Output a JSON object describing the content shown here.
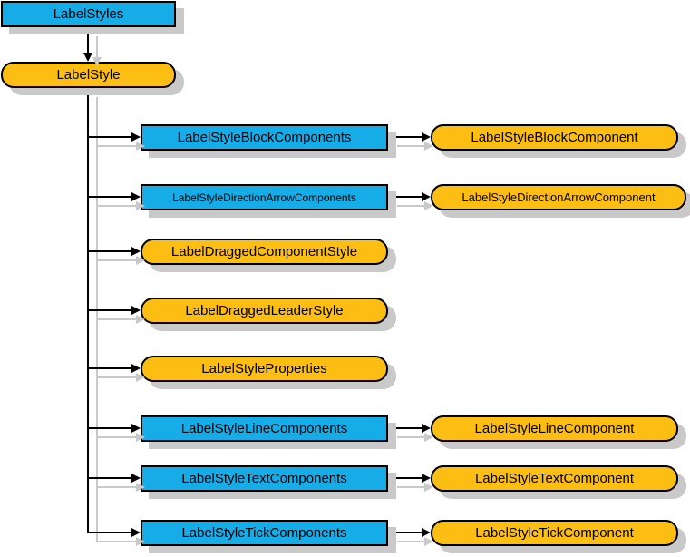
{
  "diagram": {
    "background": "#ffffff",
    "colors": {
      "element_fill": "#15ace8",
      "component_fill": "#fcbe13",
      "node_border": "#000000",
      "connector": "#000000",
      "shadow": "#c9c9c9"
    },
    "root": {
      "label": "LabelStyles",
      "shape": "rect"
    },
    "parent": {
      "label": "LabelStyle",
      "shape": "rounded"
    },
    "rows": [
      {
        "left": {
          "label": "LabelStyleBlockComponents",
          "shape": "rect"
        },
        "right": {
          "label": "LabelStyleBlockComponent",
          "shape": "rounded"
        }
      },
      {
        "left": {
          "label": "LabelStyleDirectionArrowComponents",
          "shape": "rect"
        },
        "right": {
          "label": "LabelStyleDirectionArrowComponent",
          "shape": "rounded"
        }
      },
      {
        "left": {
          "label": "LabelDraggedComponentStyle",
          "shape": "rounded"
        }
      },
      {
        "left": {
          "label": "LabelDraggedLeaderStyle",
          "shape": "rounded"
        }
      },
      {
        "left": {
          "label": "LabelStyleProperties",
          "shape": "rounded"
        }
      },
      {
        "left": {
          "label": "LabelStyleLineComponents",
          "shape": "rect"
        },
        "right": {
          "label": "LabelStyleLineComponent",
          "shape": "rounded"
        }
      },
      {
        "left": {
          "label": "LabelStyleTextComponents",
          "shape": "rect"
        },
        "right": {
          "label": "LabelStyleTextComponent",
          "shape": "rounded"
        }
      },
      {
        "left": {
          "label": "LabelStyleTickComponents",
          "shape": "rect"
        },
        "right": {
          "label": "LabelStyleTickComponent",
          "shape": "rounded"
        }
      }
    ]
  }
}
